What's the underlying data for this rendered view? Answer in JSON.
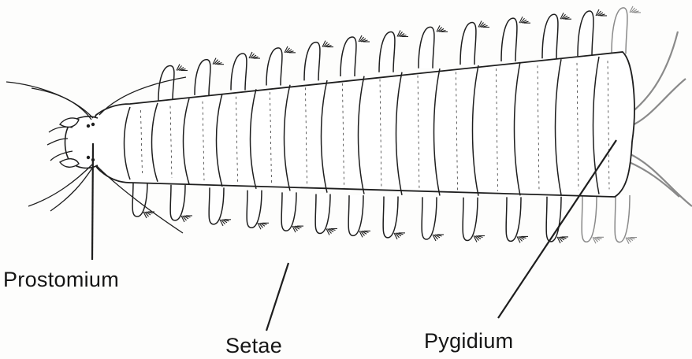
{
  "labels": {
    "prostomium": "Prostomium",
    "setae": "Setae",
    "pygidium": "Pygidium"
  },
  "colors": {
    "ink": "#1e1e1e",
    "faded_ink": "#8a8a8a",
    "body_fill": "#ffffff",
    "paper": "#fdfdfc"
  },
  "figure": {
    "subject": "polychaete worm, dorsal view",
    "segment_count": 14,
    "parapodia_per_side": 14
  }
}
